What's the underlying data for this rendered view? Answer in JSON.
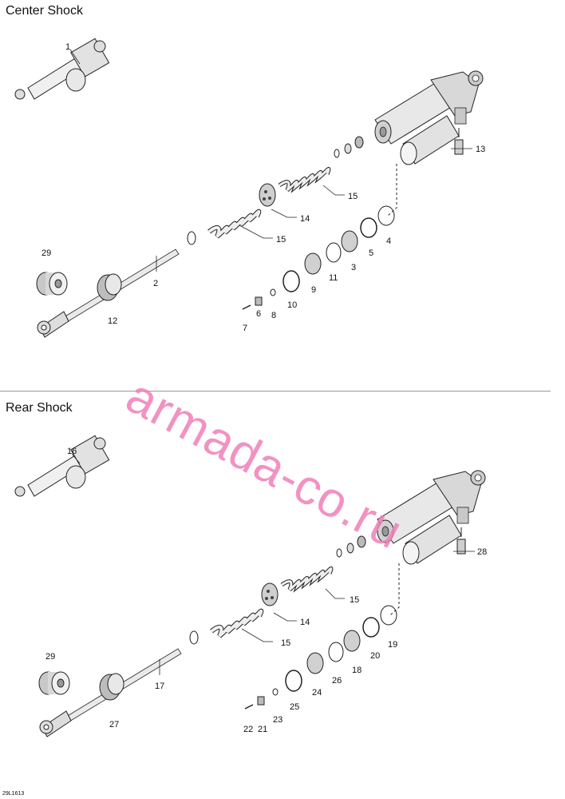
{
  "sections": {
    "center": {
      "title": "Center Shock"
    },
    "rear": {
      "title": "Rear Shock"
    }
  },
  "figure_code": "29L1613",
  "watermark": "armada-co.ru",
  "callouts": {
    "center": [
      "1",
      "2",
      "3",
      "4",
      "5",
      "6",
      "7",
      "8",
      "9",
      "10",
      "11",
      "12",
      "13",
      "14",
      "15",
      "15",
      "29"
    ],
    "rear": [
      "16",
      "17",
      "18",
      "19",
      "20",
      "21",
      "22",
      "23",
      "24",
      "25",
      "26",
      "27",
      "28",
      "14",
      "15",
      "15",
      "29"
    ]
  }
}
